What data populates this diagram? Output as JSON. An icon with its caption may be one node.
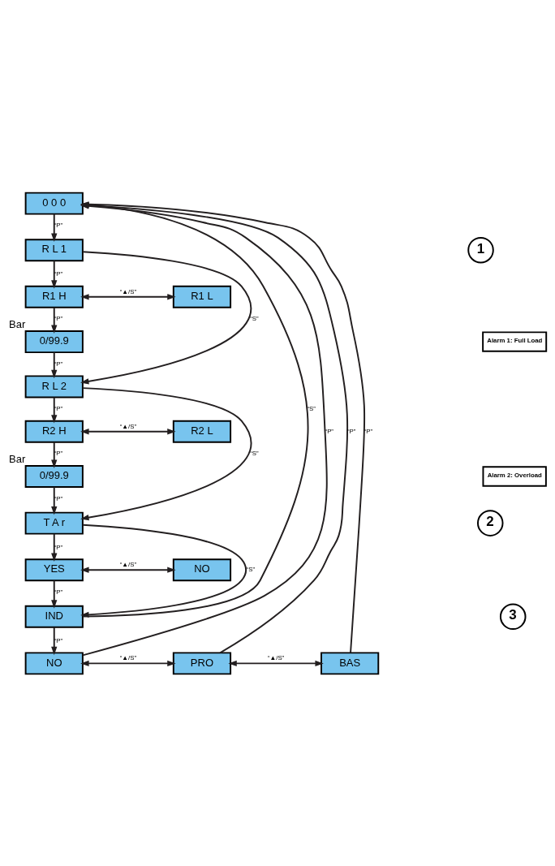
{
  "diagram": {
    "nodes": [
      {
        "text": [
          "0 0 0"
        ]
      },
      {
        "text": [
          "R L 1"
        ]
      },
      {
        "text": [
          "1"
        ]
      },
      {
        "text": [
          "R1 H"
        ]
      },
      {
        "text": [
          "R1 L"
        ]
      },
      {
        "text": [
          "0/99.9"
        ],
        "beside": [
          "Bar"
        ]
      },
      {
        "text": [
          "Alarm 1: Full Load"
        ]
      },
      {
        "text": [
          "R L 2"
        ]
      },
      {
        "text": [
          "R2 H"
        ]
      },
      {
        "text": [
          "R2 L"
        ]
      },
      {
        "text": [
          "0/99.9"
        ],
        "beside": [
          "Bar"
        ]
      },
      {
        "text": [
          "Alarm 2: Overload"
        ]
      },
      {
        "text": [
          "T A r"
        ]
      },
      {
        "text": [
          "2"
        ]
      },
      {
        "text": [
          "YES"
        ]
      },
      {
        "text": [
          "NO"
        ]
      },
      {
        "text": [
          "IND"
        ]
      },
      {
        "text": [
          "3"
        ]
      },
      {
        "text": [
          "NO"
        ]
      },
      {
        "text": [
          "PRO"
        ]
      },
      {
        "text": [
          "BAS"
        ]
      }
    ],
    "edges": [
      {
        "from": 0,
        "to": 1,
        "arrow": "to",
        "label": "“P”"
      },
      {
        "from": 1,
        "to": 3,
        "arrow": "to",
        "label": "“P”"
      },
      {
        "from": 3,
        "to": 4,
        "arrow": "both",
        "label": "“▲/S”"
      },
      {
        "from": 3,
        "to": 5,
        "arrow": "to",
        "label": "“P”"
      },
      {
        "from": 5,
        "to": 7,
        "arrow": "to",
        "label": "“P”"
      },
      {
        "from": 1,
        "to": 7,
        "arrow": "to",
        "label": "“S”"
      },
      {
        "from": 7,
        "to": 8,
        "arrow": "to",
        "label": "“P”"
      },
      {
        "from": 8,
        "to": 9,
        "arrow": "both",
        "label": "“▲/S”"
      },
      {
        "from": 8,
        "to": 10,
        "arrow": "to",
        "label": "“P”"
      },
      {
        "from": 10,
        "to": 12,
        "arrow": "to",
        "label": "“P”"
      },
      {
        "from": 7,
        "to": 12,
        "arrow": "to",
        "label": "“S”"
      },
      {
        "from": 12,
        "to": 14,
        "arrow": "to",
        "label": "“P”"
      },
      {
        "from": 14,
        "to": 15,
        "arrow": "both",
        "label": "“▲/S”"
      },
      {
        "from": 14,
        "to": 16,
        "arrow": "to",
        "label": "“P”"
      },
      {
        "from": 12,
        "to": 16,
        "arrow": "to",
        "label": "“S”"
      },
      {
        "from": 16,
        "to": 18,
        "arrow": "to",
        "label": "“P”"
      },
      {
        "from": 18,
        "to": 19,
        "arrow": "both",
        "label": "“▲/S”"
      },
      {
        "from": 19,
        "to": 20,
        "arrow": "both",
        "label": "“▲/S”"
      },
      {
        "from": 16,
        "to": 0,
        "arrow": "to",
        "label": "“S”"
      },
      {
        "from": 18,
        "to": 0,
        "arrow": "to",
        "label": "“P”"
      },
      {
        "from": 19,
        "to": 0,
        "arrow": "to",
        "label": "“P”"
      },
      {
        "from": 20,
        "to": 0,
        "arrow": "to",
        "label": "“P”"
      }
    ]
  }
}
